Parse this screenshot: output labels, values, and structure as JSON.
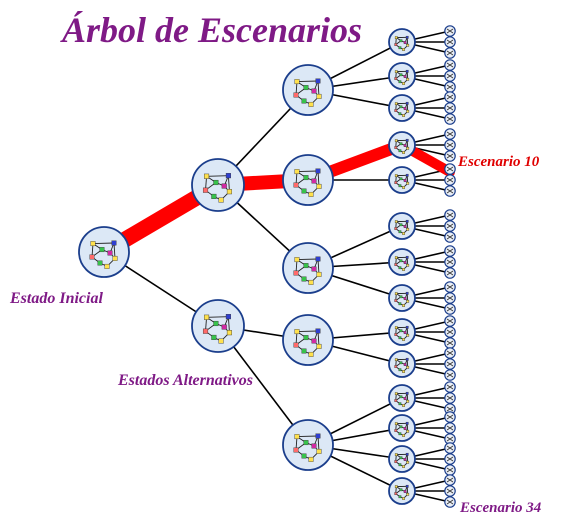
{
  "title": "Árbol de Escenarios",
  "labels": {
    "initial": "Estado Inicial",
    "alternatives": "Estados Alternativos",
    "scenario_a": "Escenario 10",
    "scenario_b": "Escenario 34"
  },
  "colors": {
    "title": "#7f1a86",
    "label": "#7f1a86",
    "scenario": "#e00000",
    "highlight_path": "#ff0000",
    "edge": "#000000",
    "node_fill": "#dce8f6",
    "node_border": "#1b3e8c"
  },
  "tree": {
    "levels": 5,
    "highlighted_path": [
      "root",
      "L1-top",
      "L2-second",
      "L3-4",
      "Escenario 10"
    ]
  }
}
